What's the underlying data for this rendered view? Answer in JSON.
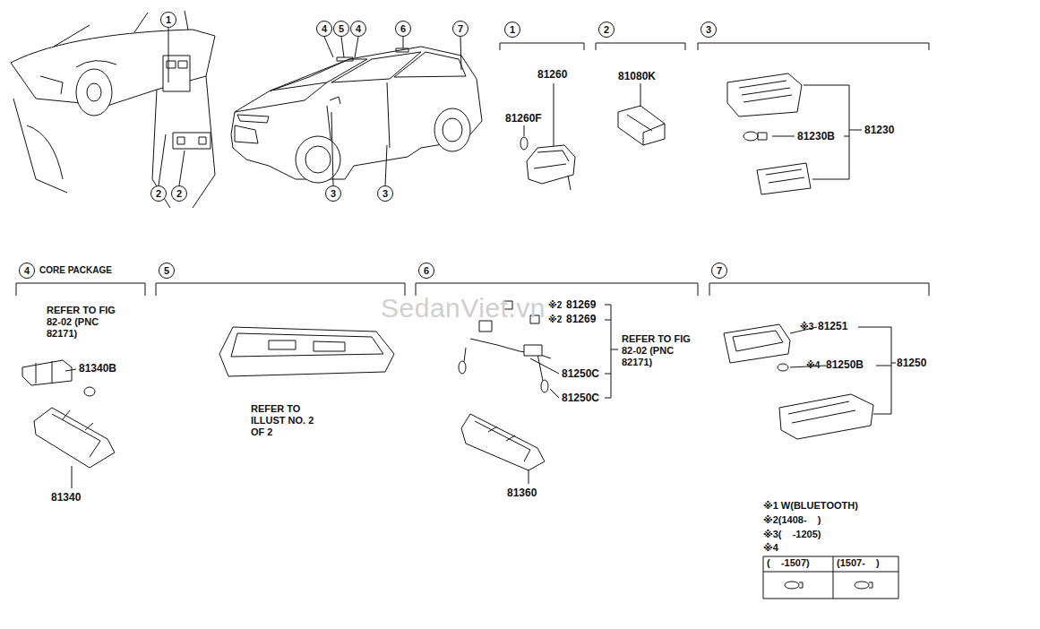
{
  "diagram": {
    "nodes": [
      {
        "text": [
          "1"
        ]
      },
      {
        "text": [
          "4"
        ]
      },
      {
        "text": [
          "5"
        ]
      },
      {
        "text": [
          "4"
        ]
      },
      {
        "text": [
          "6"
        ]
      },
      {
        "text": [
          "7"
        ]
      },
      {
        "text": [
          "1"
        ]
      },
      {
        "text": [
          "2"
        ]
      },
      {
        "text": [
          "3"
        ]
      },
      {
        "text": [
          "2"
        ]
      },
      {
        "text": [
          "2"
        ]
      },
      {
        "text": [
          "3"
        ]
      },
      {
        "text": [
          "3"
        ]
      },
      {
        "text": [
          "4"
        ]
      },
      {
        "text": [
          "5"
        ]
      },
      {
        "text": [
          "6"
        ]
      },
      {
        "text": [
          "7"
        ]
      }
    ],
    "edges": [],
    "labels": [
      "81260",
      "81260F",
      "81080K",
      "81230B",
      "81230",
      "CORE PACKAGE",
      "REFER TO FIG 82-02 (PNC 82171)",
      "81340B",
      "81340",
      "REFER TO ILLUST NO. 2 OF 2",
      "※2",
      "81269",
      "※2",
      "81269",
      "REFER TO FIG 82-02 (PNC 82171)",
      "81250C",
      "81250C",
      "81360",
      "※3",
      "81251",
      "※4",
      "81250B",
      "81250",
      "※1 W(BLUETOOTH)",
      "※2(1408-    )",
      "※3(    -1205)",
      "※4",
      "(    -1507)",
      "(1507-    )",
      "SedanViet.vn"
    ]
  }
}
